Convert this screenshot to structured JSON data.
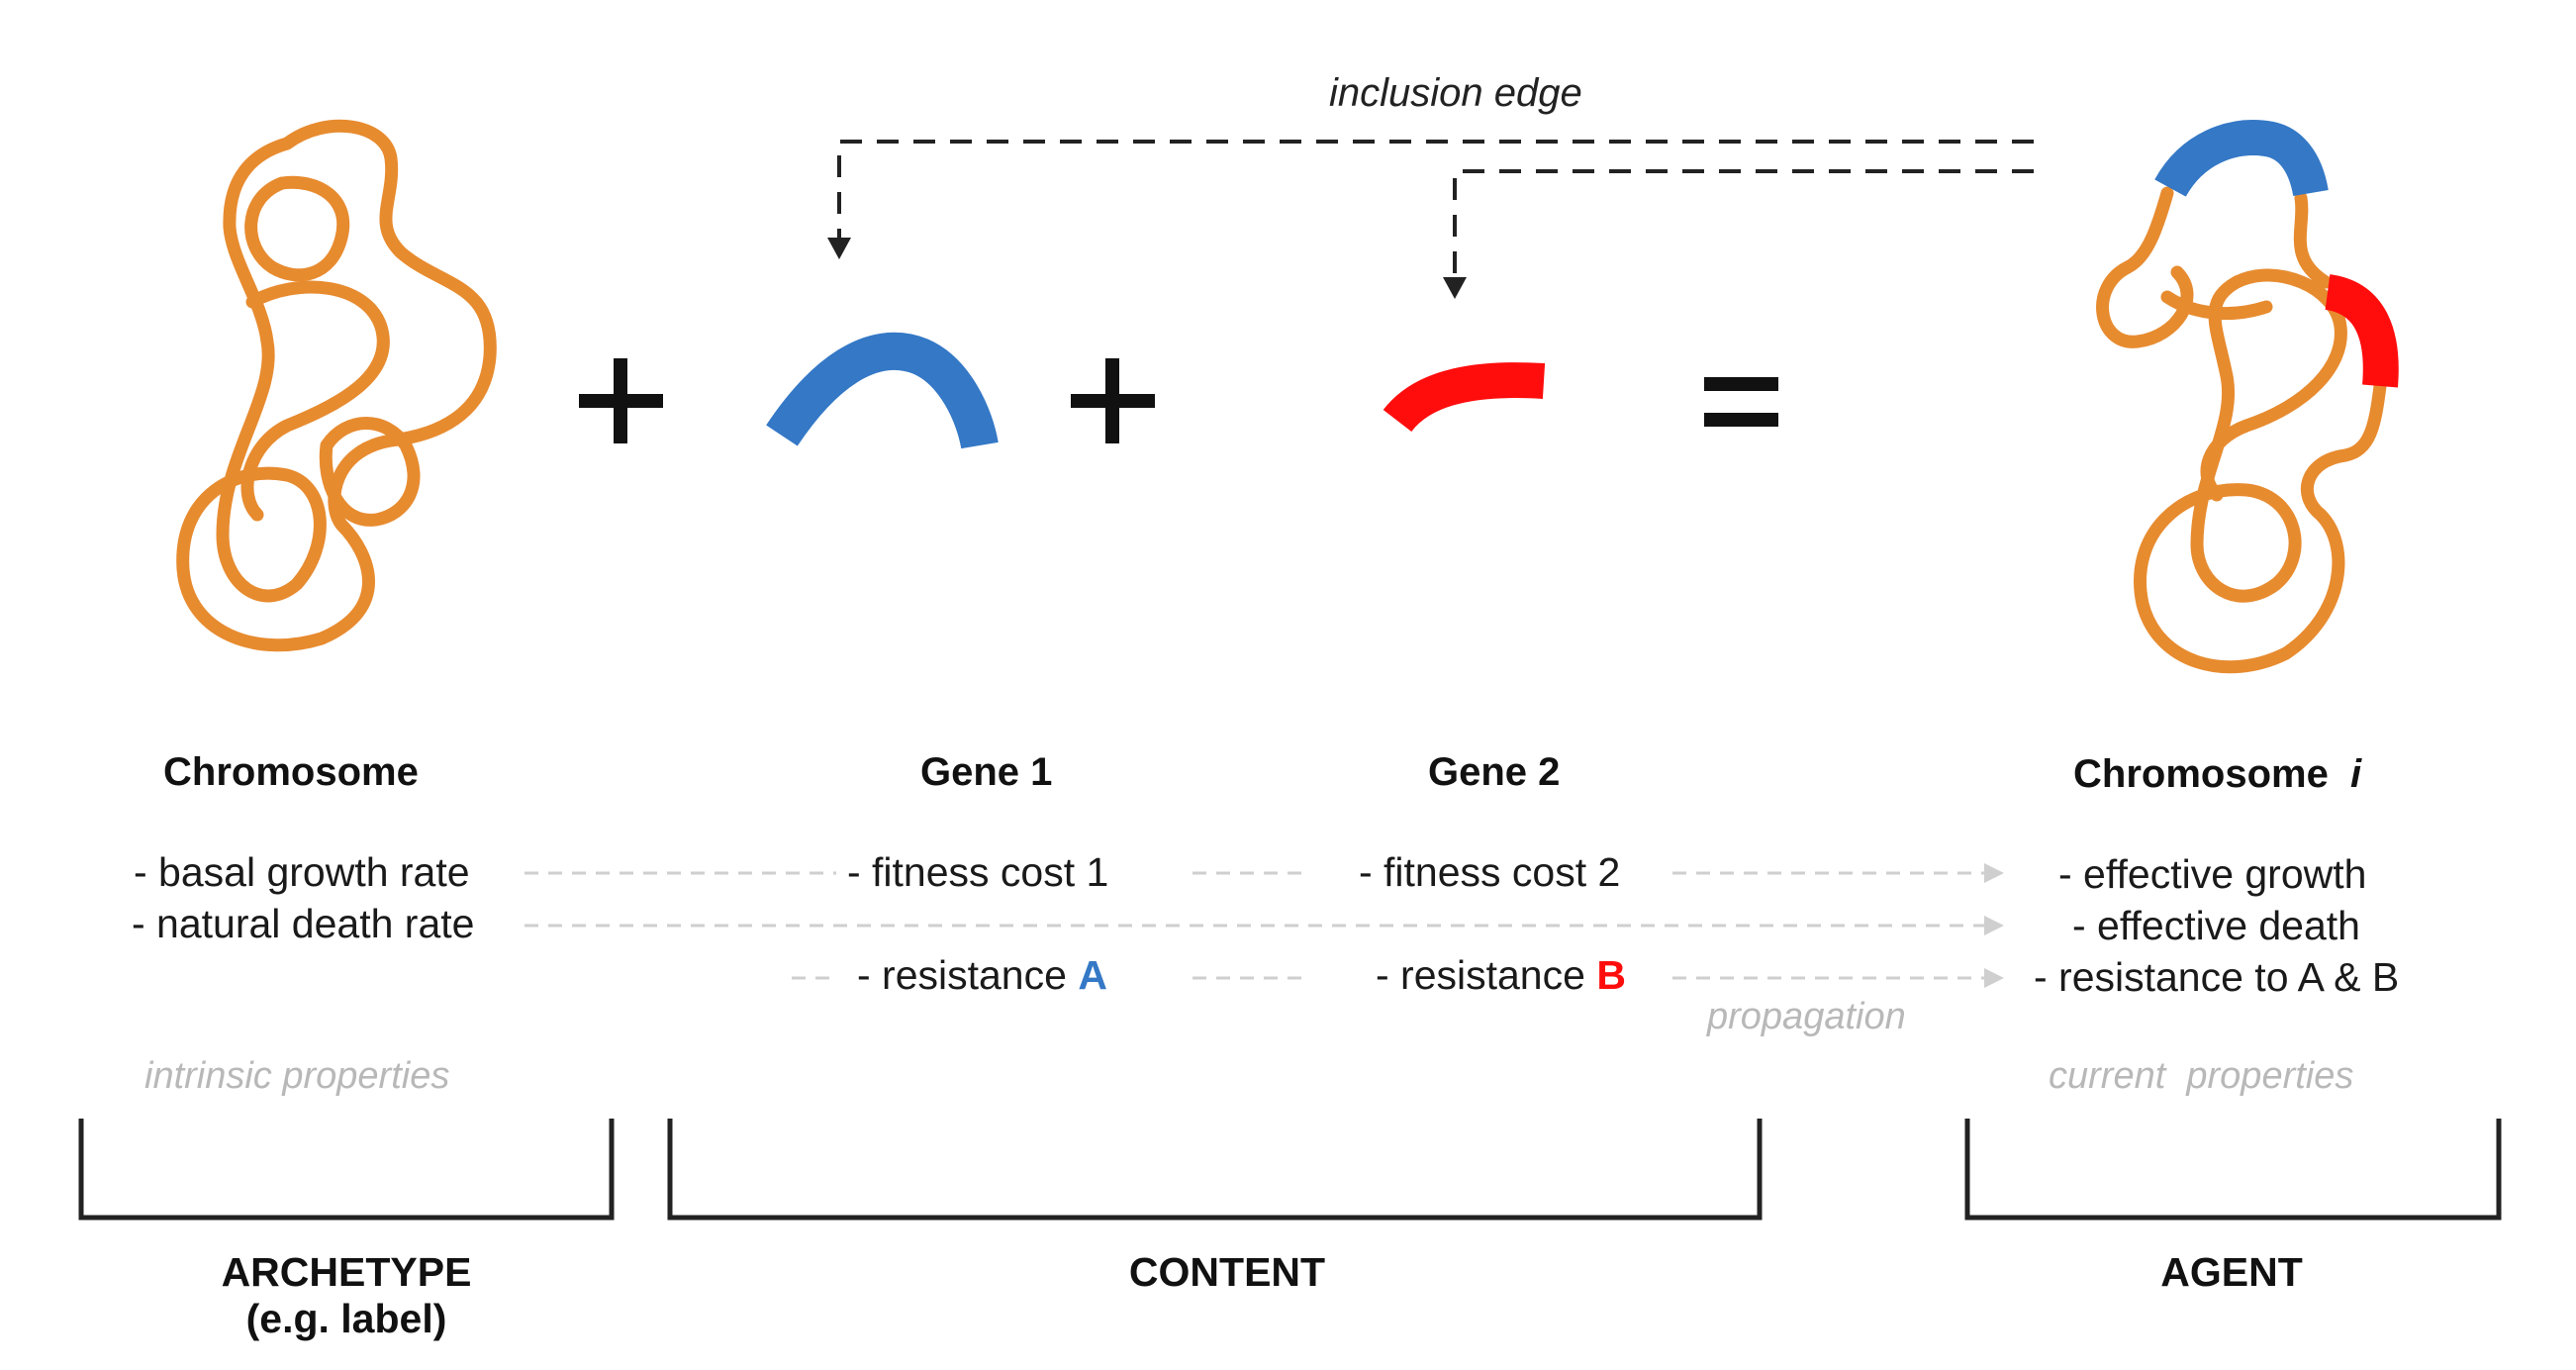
{
  "colors": {
    "chromosome": "#e78b2f",
    "gene1": "#3478c6",
    "gene2": "#ff0d0d",
    "edge": "#222222",
    "propagation": "#cfcfcf",
    "hint_text": "#b8b8b8"
  },
  "icons": [
    "chromosome-loop-icon",
    "gene-segment-icon",
    "plus-icon",
    "equals-icon",
    "arrow-head-icon"
  ],
  "edge_label": "inclusion edge",
  "operators": {
    "plus": "+",
    "equals": "="
  },
  "columns": {
    "archetype": {
      "title": "Chromosome",
      "props": [
        "- basal growth rate",
        "- natural death rate"
      ],
      "hint": "intrinsic properties"
    },
    "gene1": {
      "title": "Gene 1",
      "props": [
        "- fitness cost 1"
      ],
      "resistance_prefix": "- resistance ",
      "resistance_letter": "A"
    },
    "gene2": {
      "title": "Gene 2",
      "props": [
        "- fitness cost 2"
      ],
      "resistance_prefix": "- resistance ",
      "resistance_letter": "B"
    },
    "agent": {
      "title": "Chromosome",
      "title_index": "i",
      "props": [
        "- effective growth",
        "- effective death",
        "- resistance to A & B"
      ],
      "hint": "current  properties"
    }
  },
  "propagation_label": "propagation",
  "categories": {
    "archetype": {
      "line1": "ARCHETYPE",
      "line2": "(e.g. label)"
    },
    "content": "CONTENT",
    "agent": "AGENT"
  }
}
